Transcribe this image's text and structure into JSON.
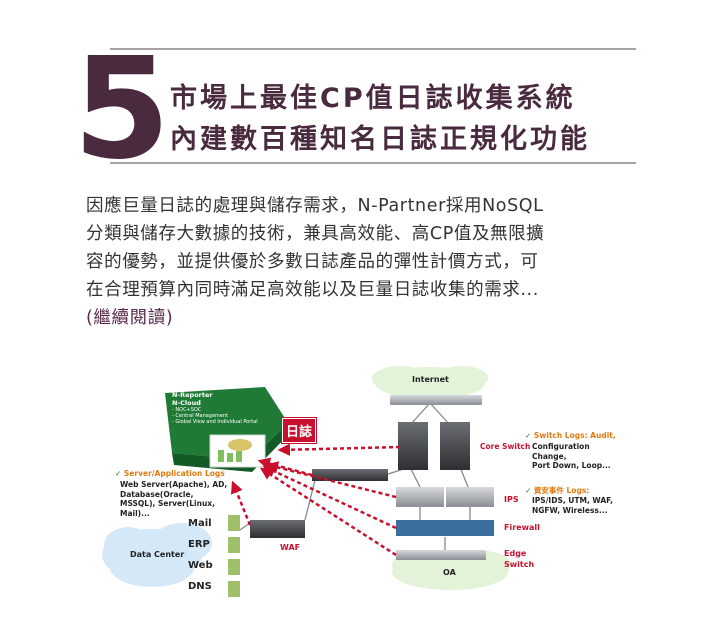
{
  "header": {
    "number": "5",
    "title_line1": "市場上最佳CP值日誌收集系統",
    "title_line2": "內建數百種知名日誌正規化功能"
  },
  "body": {
    "lines": [
      "因應巨量日誌的處理與儲存需求，N-Partner採用NoSQL",
      "分類與儲存大數據的技術，兼具高效能、高CP值及無限擴",
      "容的優勢，並提供優於多數日誌產品的彈性計價方式，可",
      "在合理預算內同時滿足高效能以及巨量日誌收集的需求..."
    ],
    "read_more": "(繼續閱讀)"
  },
  "diagram": {
    "internet": "Internet",
    "ncloud_title1": "N-Reporter",
    "ncloud_title2": "N-Cloud",
    "ncloud_items": [
      "- NOC+SOC",
      "- Central Management",
      "- Global View and Individual Portal"
    ],
    "log_badge": "日誌",
    "server_logs_title": "Server/Application Logs",
    "server_logs_text": [
      "Web Server(Apache), AD,",
      "Database(Oracle,",
      "MSSQL), Server(Linux,",
      "Mail)..."
    ],
    "data_center": "Data Center",
    "servers": [
      "Mail",
      "ERP",
      "Web",
      "DNS"
    ],
    "waf": "WAF",
    "core_switch": "Core Switch",
    "switch_logs_title": "Switch Logs: Audit,",
    "switch_logs_text": [
      "Configuration Change,",
      "Port Down, Loop..."
    ],
    "ips": "IPS",
    "security_logs_title": "資安事件 Logs:",
    "security_logs_text": [
      "IPS/IDS, UTM, WAF,",
      "NGFW, Wireless..."
    ],
    "firewall": "Firewall",
    "edge_switch1": "Edge",
    "edge_switch2": "Switch",
    "oa": "OA",
    "colors": {
      "accent": "#4a2a3e",
      "red": "#c8102e",
      "green": "#1e7a35",
      "orange": "#e07a10"
    }
  }
}
